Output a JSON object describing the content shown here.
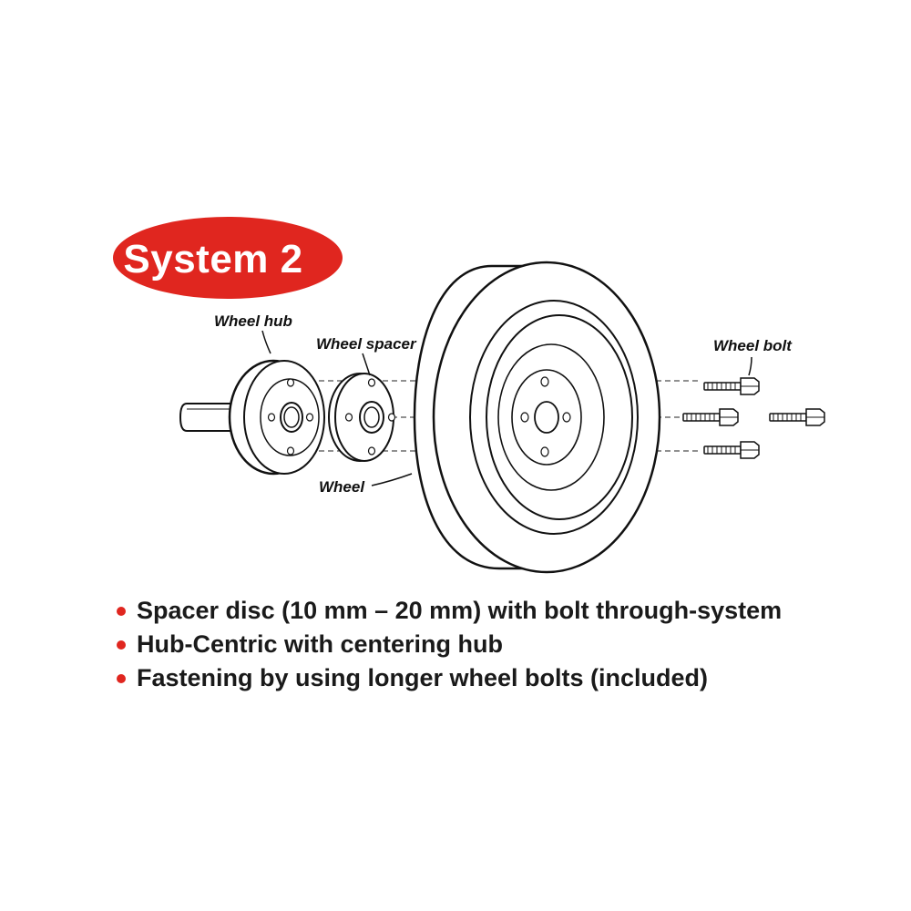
{
  "badge": {
    "text": "System 2",
    "color": "#e0261f"
  },
  "labels": {
    "wheel_hub": "Wheel hub",
    "wheel_spacer": "Wheel spacer",
    "wheel": "Wheel",
    "wheel_bolt": "Wheel bolt"
  },
  "features": [
    "Spacer disc (10 mm – 20 mm) with bolt through-system",
    "Hub-Centric with centering hub",
    "Fastening by using longer wheel bolts (included)"
  ],
  "colors": {
    "accent": "#e0261f",
    "line": "#111111"
  }
}
